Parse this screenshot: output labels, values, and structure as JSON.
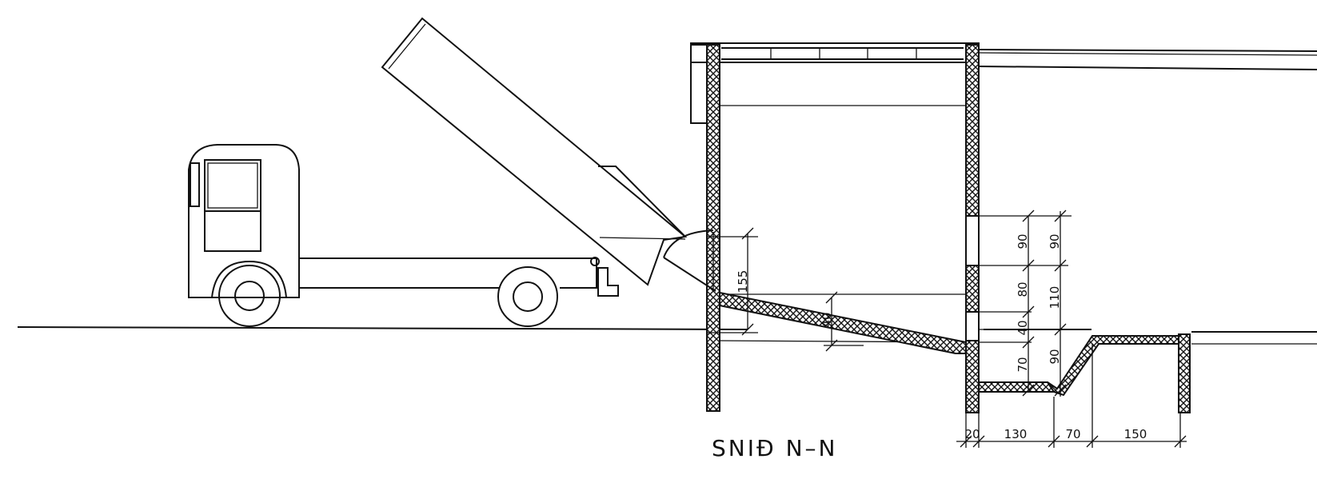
{
  "section_title": "SNIÐ N–N",
  "dimensions": {
    "ramp_height": "155",
    "ramp_depth": "40",
    "right_upper_1": "90",
    "right_upper_2": "80",
    "right_upper_3": "40",
    "right_upper_4": "70",
    "right_outer_1": "90",
    "right_outer_2": "110",
    "right_outer_3": "90",
    "bottom_1": "20",
    "bottom_2": "130",
    "bottom_3": "70",
    "bottom_4": "150"
  }
}
